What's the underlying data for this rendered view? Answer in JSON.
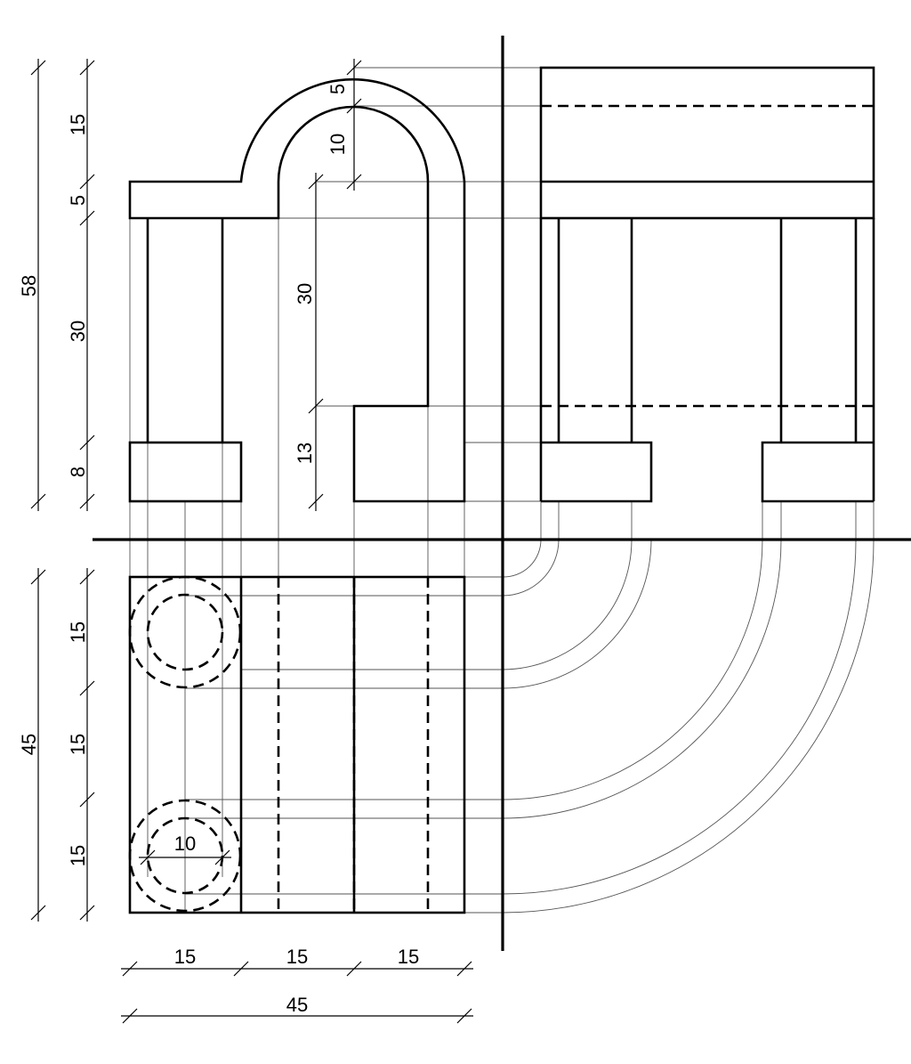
{
  "dimensions": {
    "front_height_total": "58",
    "front_top_15": "15",
    "front_top_5": "5",
    "front_mid_30": "30",
    "front_bot_8": "8",
    "arch_thickness_5": "5",
    "arch_inner_10": "10",
    "slot_height_30": "30",
    "step_height_13": "13",
    "top_depth_45": "45",
    "top_row1_15": "15",
    "top_row2_15": "15",
    "top_row3_15": "15",
    "hole_diameter_10": "10",
    "width_col1_15": "15",
    "width_col2_15": "15",
    "width_col3_15": "15",
    "width_total_45": "45"
  },
  "colors": {
    "line": "#000000",
    "construction": "#555555",
    "background": "#ffffff"
  }
}
